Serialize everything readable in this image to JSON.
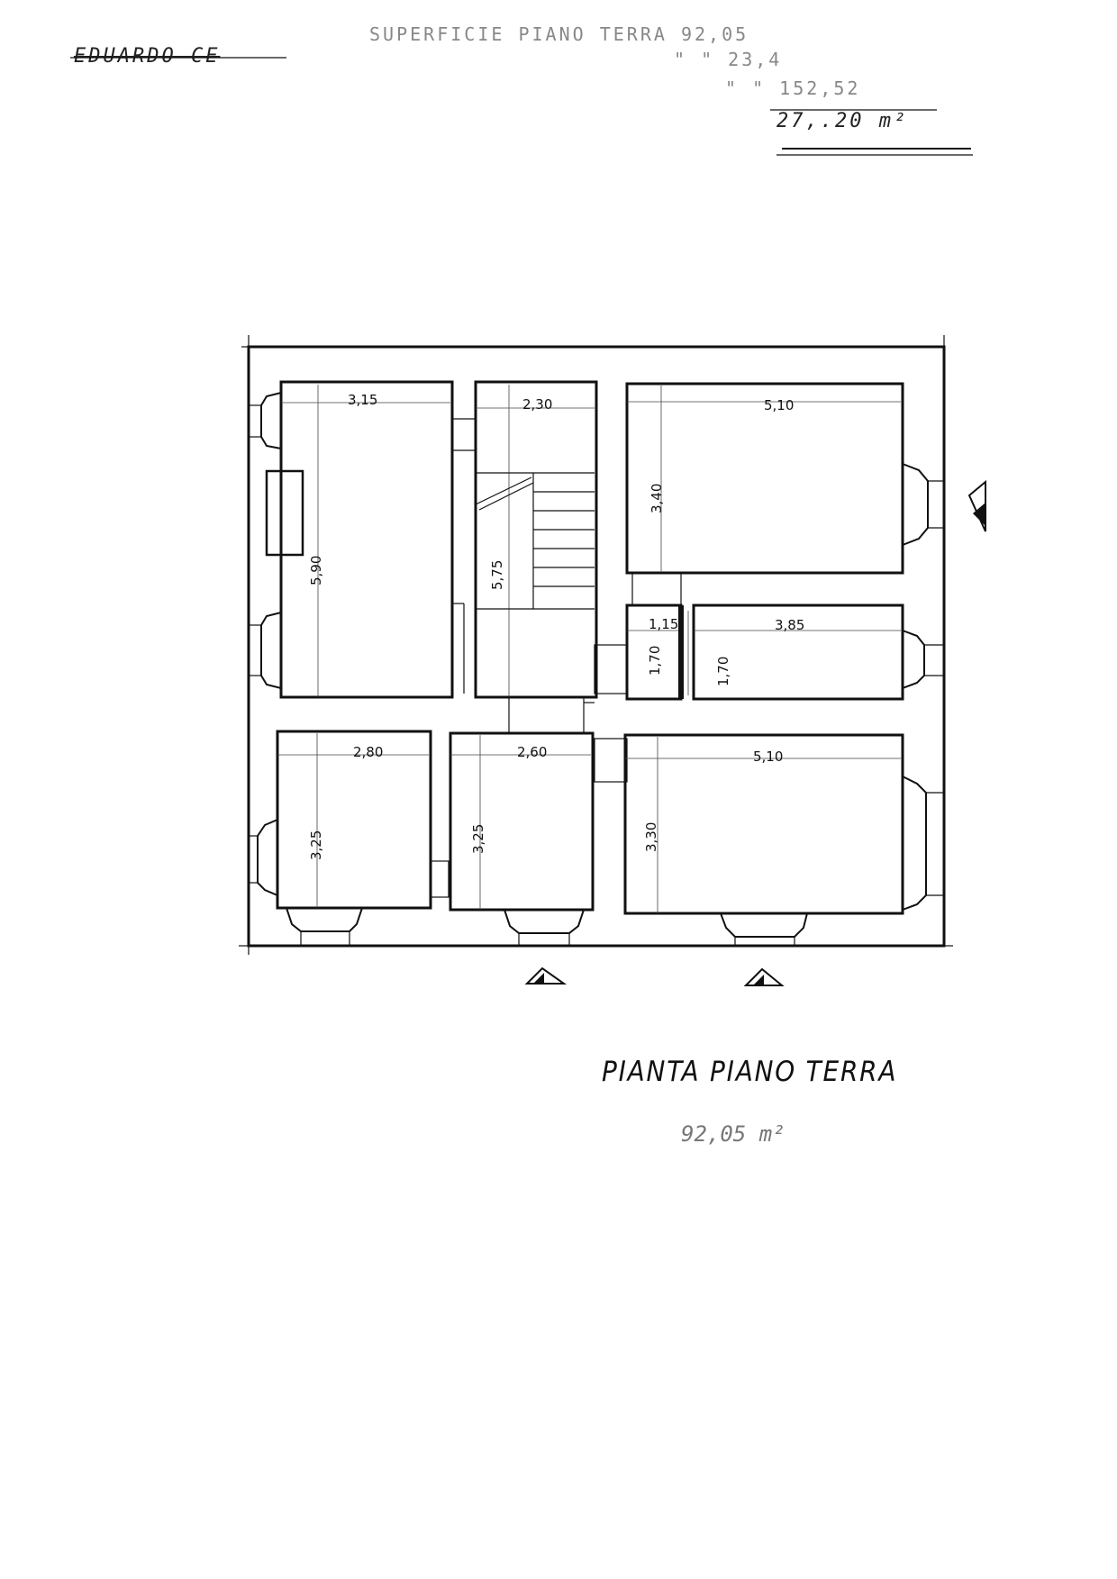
{
  "header": {
    "crossed_label": "EDUARDO CE",
    "line_1": "SUPERFICIE PIANO TERRA 92,05",
    "line_2": "\" \" 23,4",
    "line_3": "\" \" 152,52",
    "total": "27,.20 m²"
  },
  "rooms": {
    "room_1": {
      "width": "3,15",
      "depth": "5,90"
    },
    "stair": {
      "width": "2,30",
      "depth": "5,75"
    },
    "room_3": {
      "width": "5,10",
      "depth": "3,40"
    },
    "small_hall": {
      "width": "1,15",
      "depth": "1,70"
    },
    "room_4": {
      "width": "3,85",
      "depth": "1,70"
    },
    "room_5": {
      "width": "2,80",
      "depth": "3,25"
    },
    "room_6": {
      "width": "2,60",
      "depth": "3,25"
    },
    "room_7": {
      "width": "5,10",
      "depth": "3,30"
    }
  },
  "title": {
    "text": "PIANTA PIANO TERRA",
    "area": "92,05 m²"
  }
}
